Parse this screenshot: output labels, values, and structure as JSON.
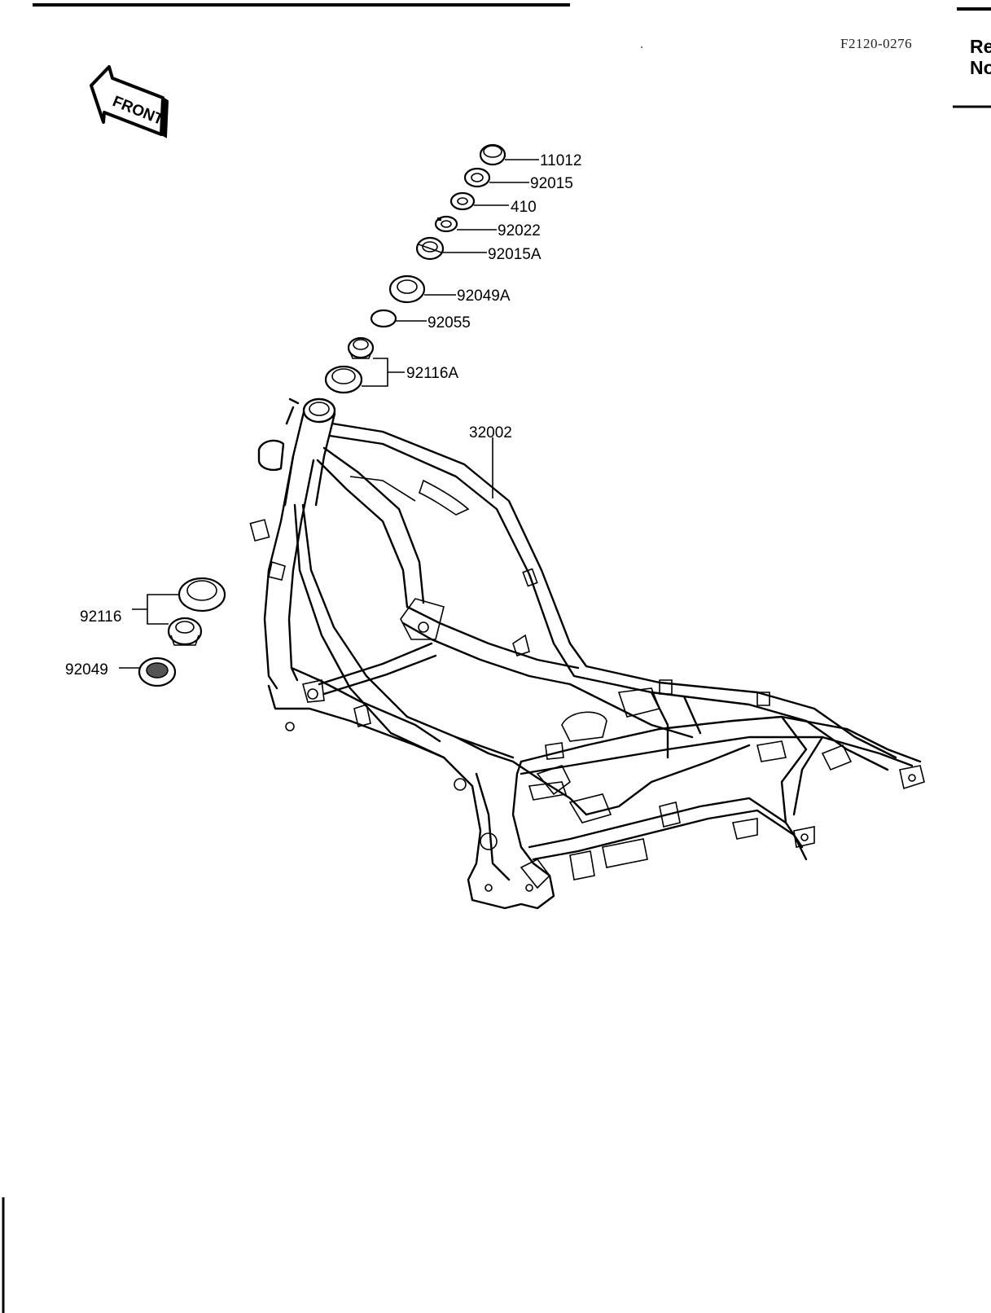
{
  "header": {
    "diagram_code": "F2120-0276",
    "side_text_line1": "Re",
    "side_text_line2": "No"
  },
  "front_arrow": {
    "label": "FRONT",
    "icon": "front-direction-arrow-icon"
  },
  "callouts": [
    {
      "part": "11012"
    },
    {
      "part": "92015"
    },
    {
      "part": "410"
    },
    {
      "part": "92022"
    },
    {
      "part": "92015A"
    },
    {
      "part": "92049A"
    },
    {
      "part": "92055"
    },
    {
      "part": "92116A"
    },
    {
      "part": "32002"
    },
    {
      "part": "92116"
    },
    {
      "part": "92049"
    }
  ]
}
